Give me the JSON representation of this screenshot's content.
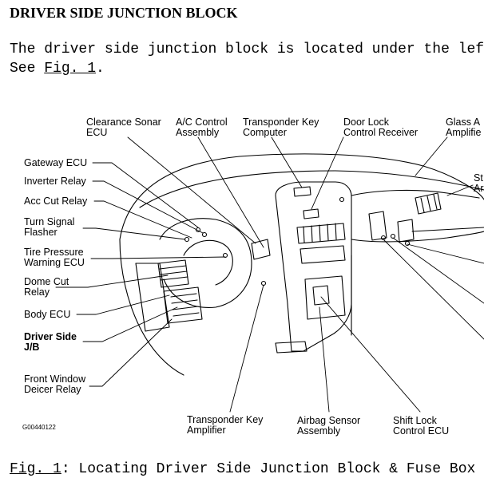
{
  "heading": "DRIVER SIDE JUNCTION BLOCK",
  "intro": {
    "line1": "The driver side junction block is located under the left sid",
    "line2_prefix": "See ",
    "line2_link": "Fig. 1",
    "line2_suffix": "."
  },
  "figure": {
    "code": "G00440122",
    "labels": {
      "clearance_sonar": [
        "Clearance Sonar",
        "ECU"
      ],
      "ac_control": [
        "A/C Control",
        "Assembly"
      ],
      "transponder_key_computer": [
        "Transponder Key",
        "Computer"
      ],
      "door_lock": [
        "Door Lock",
        "Control Receiver"
      ],
      "glass": [
        "Glass A",
        "Amplifie"
      ],
      "st": [
        "St",
        "Ar"
      ],
      "gateway_ecu": "Gateway ECU",
      "inverter_relay": "Inverter Relay",
      "acc_cut_relay": "Acc Cut Relay",
      "turn_signal": [
        "Turn Signal",
        "Flasher"
      ],
      "tire_pressure": [
        "Tire Pressure",
        "Warning ECU"
      ],
      "dome_cut": [
        "Dome Cut",
        "Relay"
      ],
      "body_ecu": "Body ECU",
      "driver_side_jb": [
        "Driver Side",
        "J/B"
      ],
      "front_window": [
        "Front Window",
        "Deicer Relay"
      ],
      "transponder_key_amp": [
        "Transponder Key",
        "Amplifier"
      ],
      "airbag_sensor": [
        "Airbag Sensor",
        "Assembly"
      ],
      "shift_lock": [
        "Shift Lock",
        "Control ECU"
      ]
    }
  },
  "caption": {
    "link": "Fig. 1",
    "text": ": Locating Driver Side Junction Block & Fuse Box"
  }
}
